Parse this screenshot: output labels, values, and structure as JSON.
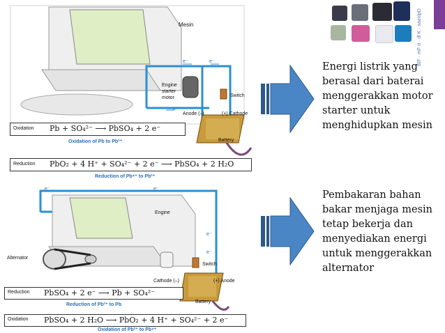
{
  "top_diagram": {
    "engine_label": "Mesin",
    "motor_label": "Engine starter motor",
    "switch_label": "Switch",
    "anode_label": "Anode (–)",
    "cathode_label": "(+) Cathode",
    "battery_label": "Battery",
    "electron": "e⁻",
    "eq1_label": "Oxidation",
    "eq1_text": "Pb + SO₄²⁻ ⟶ PbSO₄ + 2 e⁻",
    "eq1_sub": "Oxidation of Pb to Pb²⁺",
    "eq2_label": "Reduction",
    "eq2_text": "PbO₂ + 4 H⁺ + SO₄²⁻ + 2 e⁻ ⟶ PbSO₄ + 2 H₂O",
    "eq2_sub": "Reduction of Pb⁴⁺ to Pb²⁺"
  },
  "bottom_diagram": {
    "engine_label": "Engine",
    "alternator_label": "Alternator",
    "switch_label": "Switch",
    "cathode_label": "Cathode (–)",
    "anode_label": "(+) Anode",
    "battery_label": "Battery",
    "electron": "e⁻",
    "eq1_label": "Reduction",
    "eq1_text": "PbSO₄ + 2 e⁻ ⟶ Pb + SO₄²⁻",
    "eq1_sub": "Reduction of Pb²⁺ to Pb",
    "eq2_label": "Oxidation",
    "eq2_text": "PbSO₄ + 2 H₂O ⟶ PbO₂ + 4 H⁺ + SO₄²⁻ + 2 e⁻",
    "eq2_sub": "Oxidation of Pb²⁺ to Pb⁴⁺"
  },
  "captions": {
    "top": "Energi listrik yang berasal dari baterai menggerakkan motor starter untuk menghidupkan mesin",
    "bottom": "Pembakaran bahan bakar menjaga mesin tetap bekerja dan menyediakan energi untuk menggerakkan alternator"
  },
  "corner_vertical_text": "BIF · mF d · dl K · saƨnlpD",
  "colors": {
    "accent_purple": "#7b3f98",
    "arrow_blue": "#4a86c5",
    "arrow_dark": "#2c5a8a",
    "wire_blue": "#2a8fd6"
  }
}
